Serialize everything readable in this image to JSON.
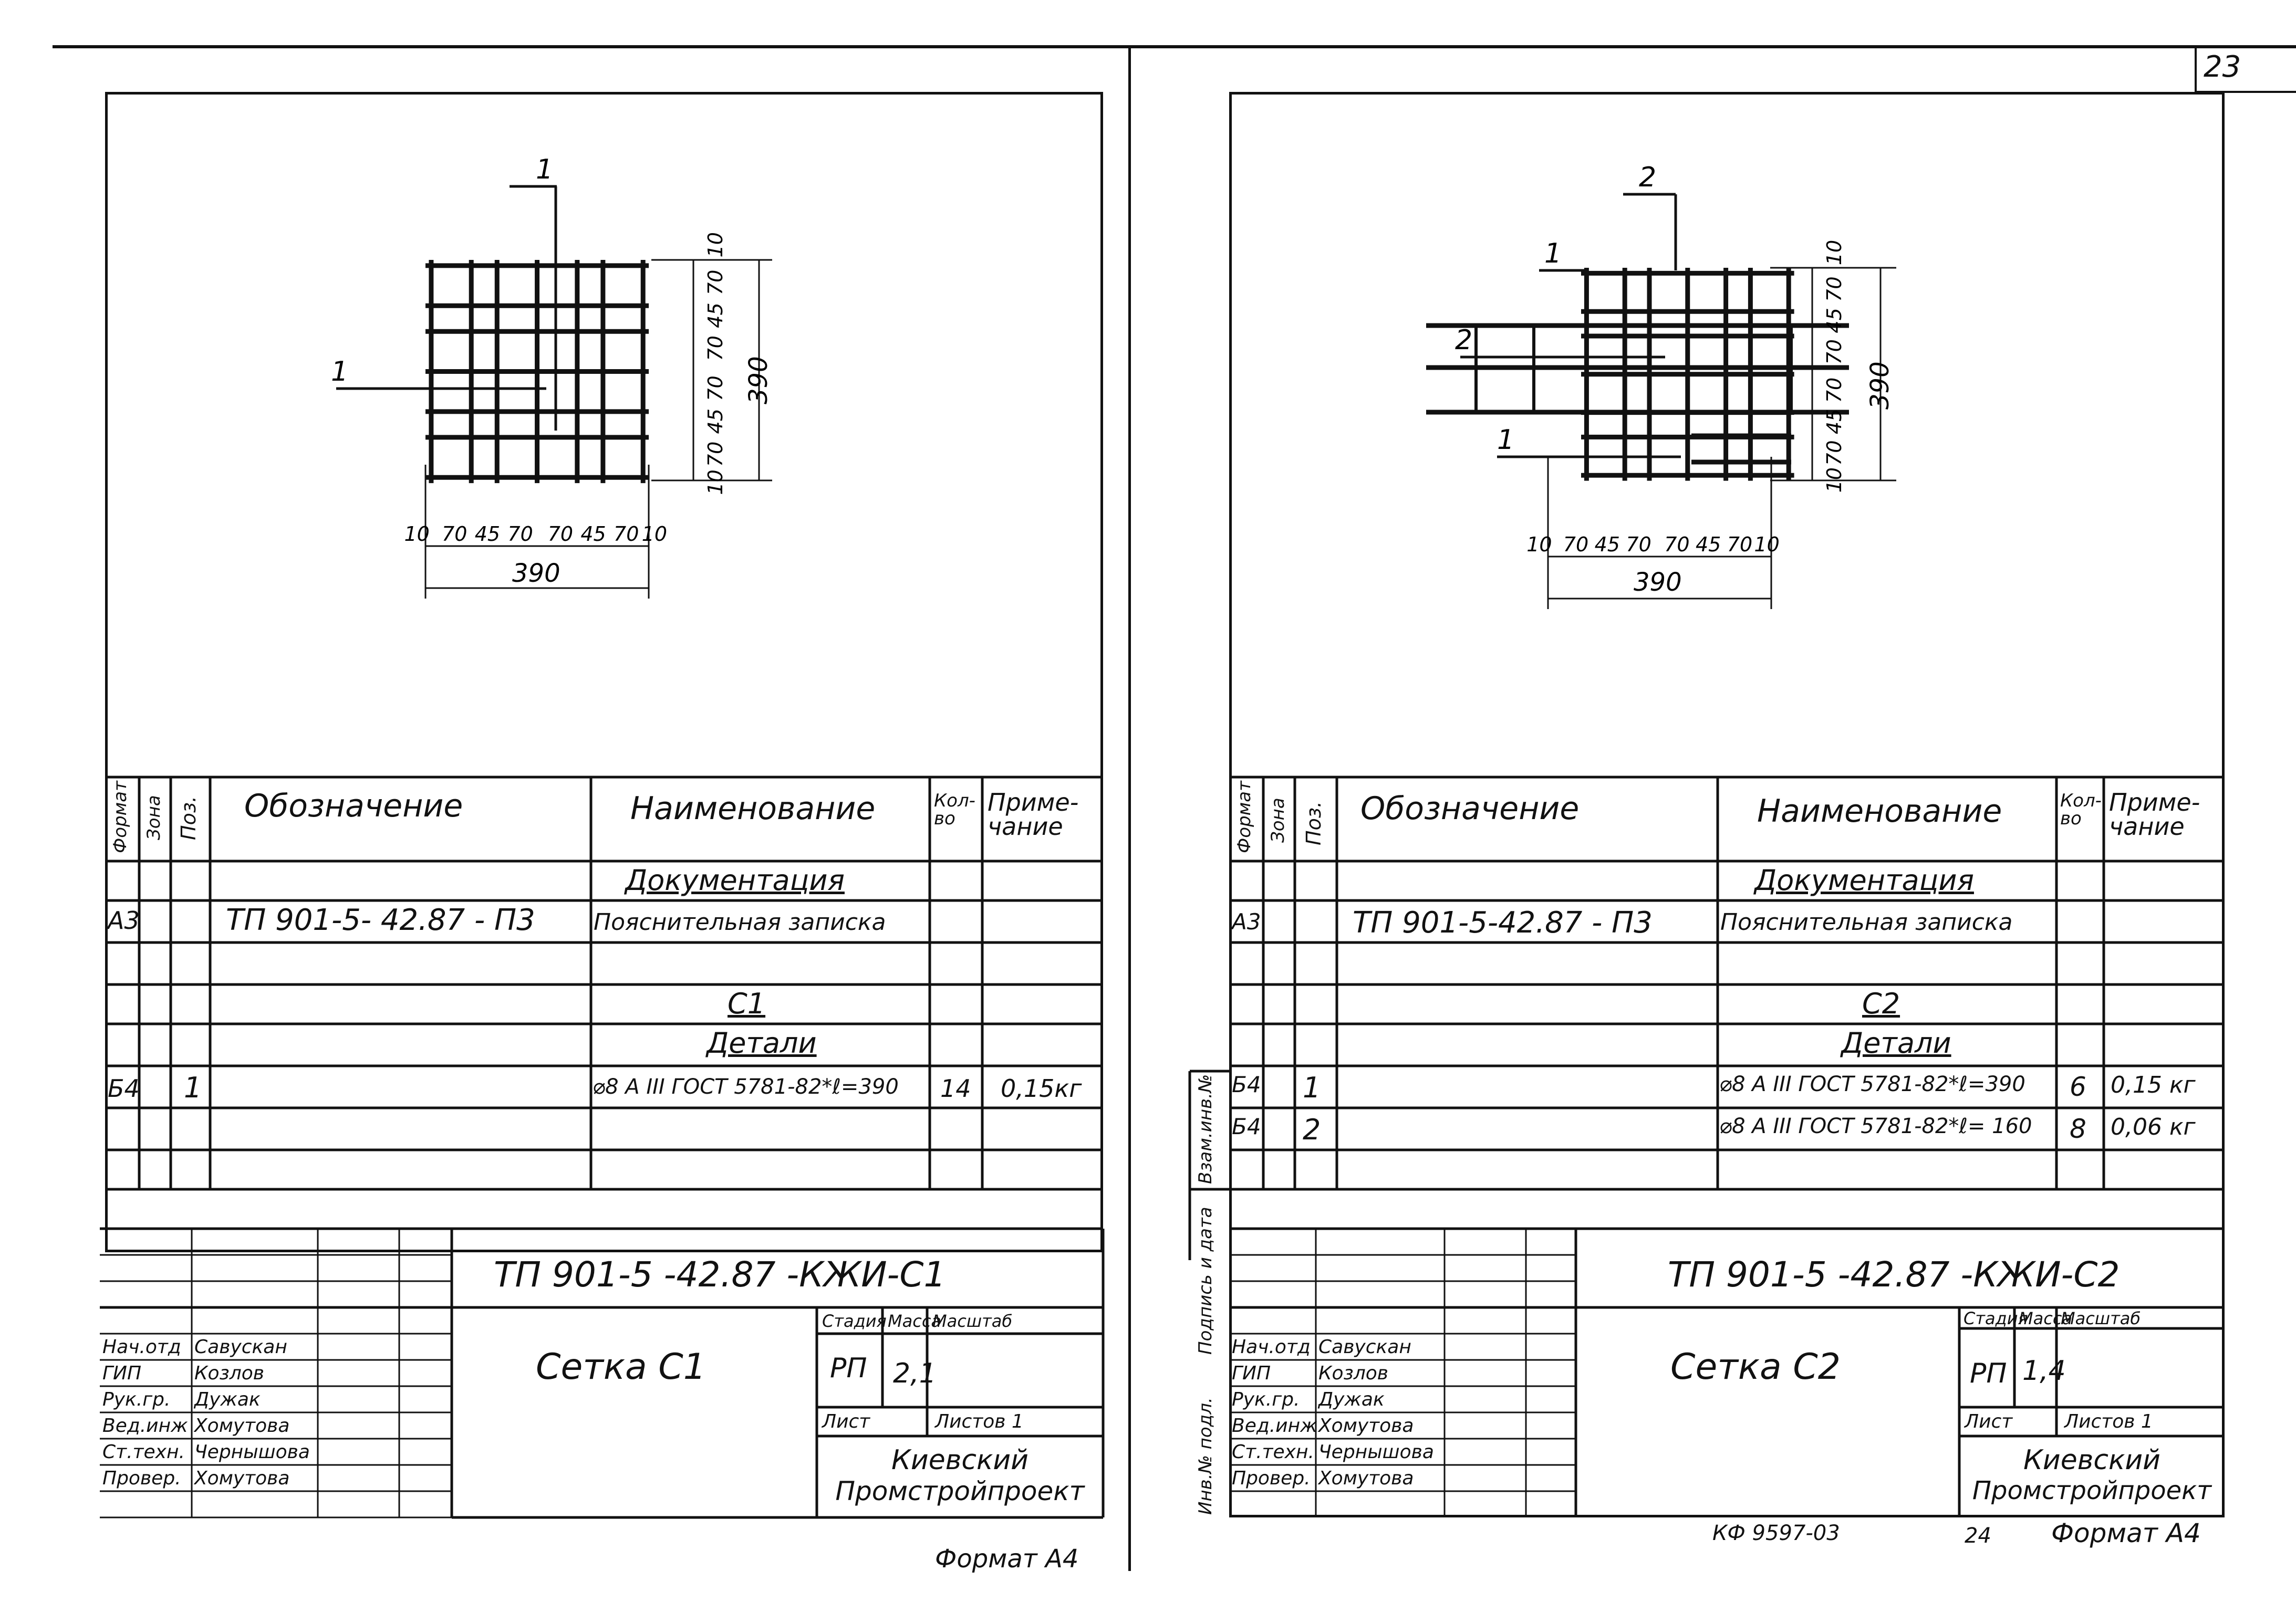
{
  "page_number": "23",
  "left": {
    "drawing": {
      "marks": [
        "1",
        "1"
      ],
      "dims_h": [
        "10",
        "70",
        "45",
        "70",
        "70",
        "45",
        "70",
        "10"
      ],
      "dims_v": [
        "10",
        "70",
        "45",
        "70",
        "70",
        "45",
        "70",
        "10"
      ],
      "total": "390"
    },
    "spec": {
      "headers": {
        "format": "Формат",
        "zone": "Зона",
        "pos": "Поз.",
        "designation": "Обозначение",
        "name": "Наименование",
        "qty": "Кол-во",
        "note": "Приме-чание"
      },
      "section_docs": "Документация",
      "doc_format": "А3",
      "doc_designation": "ТП 901-5- 42.87 - П3",
      "doc_name": "Пояснительная записка",
      "assembly": "С1",
      "section_parts": "Детали",
      "rows": [
        {
          "format": "Б4",
          "pos": "1",
          "name": "⌀8 А III ГОСТ 5781-82*ℓ=390",
          "qty": "14",
          "note": "0,15кг"
        }
      ]
    },
    "stamp": {
      "code": "ТП 901-5 -42.87 -КЖИ-С1",
      "title": "Сетка С1",
      "stage_label": "Стадия",
      "mass_label": "Масса",
      "scale_label": "Масштаб",
      "stage": "РП",
      "mass": "2,1",
      "sheet_label": "Лист",
      "sheets_label": "Листов 1",
      "org_line1": "Киевский",
      "org_line2": "Промстройпроект",
      "signers": [
        {
          "role": "Нач.отд",
          "name": "Савускан"
        },
        {
          "role": "ГИП",
          "name": "Козлов"
        },
        {
          "role": "Рук.гр.",
          "name": "Дужак"
        },
        {
          "role": "Вед.инж",
          "name": "Хомутова"
        },
        {
          "role": "Ст.техн.",
          "name": "Чернышова"
        },
        {
          "role": "Провер.",
          "name": "Хомутова"
        }
      ]
    },
    "format_note": "Формат А4"
  },
  "right": {
    "drawing": {
      "marks": [
        "2",
        "1",
        "2",
        "1"
      ],
      "dims_h": [
        "10",
        "70",
        "45",
        "70",
        "70",
        "45",
        "70",
        "10"
      ],
      "dims_v": [
        "10",
        "70",
        "45",
        "70",
        "70",
        "45",
        "70",
        "10"
      ],
      "total": "390"
    },
    "spec": {
      "headers": {
        "format": "Формат",
        "zone": "Зона",
        "pos": "Поз.",
        "designation": "Обозначение",
        "name": "Наименование",
        "qty": "Кол-во",
        "note": "Приме-чание"
      },
      "section_docs": "Документация",
      "doc_format": "А3",
      "doc_designation": "ТП 901-5-42.87 - П3",
      "doc_name": "Пояснительная записка",
      "assembly": "С2",
      "section_parts": "Детали",
      "rows": [
        {
          "format": "Б4",
          "pos": "1",
          "name": "⌀8 А III ГОСТ 5781-82*ℓ=390",
          "qty": "6",
          "note": "0,15 кг"
        },
        {
          "format": "Б4",
          "pos": "2",
          "name": "⌀8 А III ГОСТ 5781-82*ℓ= 160",
          "qty": "8",
          "note": "0,06 кг"
        }
      ]
    },
    "side_labels": [
      "Инв.№ подл.",
      "Подпись и дата",
      "Взам.инв.№"
    ],
    "stamp": {
      "code": "ТП 901-5 -42.87 -КЖИ-С2",
      "title": "Сетка С2",
      "stage_label": "Стадия",
      "mass_label": "Масса",
      "scale_label": "Масштаб",
      "stage": "РП",
      "mass": "1,4",
      "sheet_label": "Лист",
      "sheets_label": "Листов 1",
      "org_line1": "Киевский",
      "org_line2": "Промстройпроект",
      "signers": [
        {
          "role": "Нач.отд",
          "name": "Савускан"
        },
        {
          "role": "ГИП",
          "name": "Козлов"
        },
        {
          "role": "Рук.гр.",
          "name": "Дужак"
        },
        {
          "role": "Вед.инж",
          "name": "Хомутова"
        },
        {
          "role": "Ст.техн.",
          "name": "Чернышова"
        },
        {
          "role": "Провер.",
          "name": "Хомутова"
        }
      ]
    },
    "footer_code": "КФ 9597-03",
    "footer_num": "24",
    "format_note": "Формат А4"
  }
}
